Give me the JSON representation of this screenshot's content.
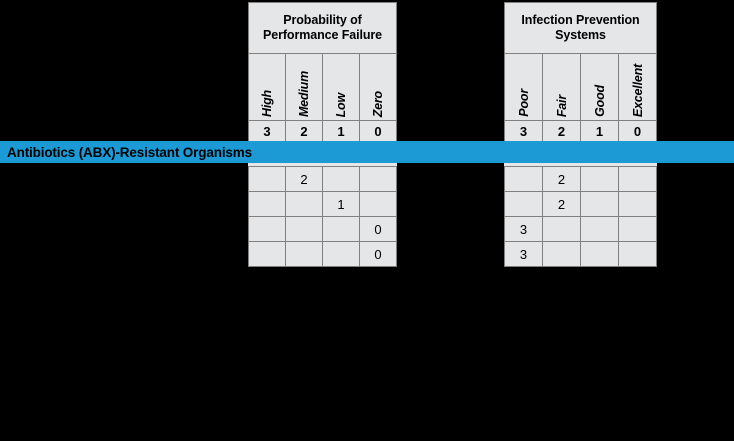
{
  "banner": {
    "category_label": "Antibiotics (ABX)-Resistant Organisms",
    "color": "#1b9ad6"
  },
  "colors": {
    "cell_fill": "#e4e6e7",
    "grid_line": "#808080",
    "background": "#000000",
    "text": "#000000"
  },
  "matrices": [
    {
      "id": "probability-of-performance-failure",
      "title": "Probability of\nPerformance Failure",
      "title_line1": "Probability of",
      "title_line2": "Performance Failure",
      "columns": [
        {
          "label": "High",
          "score": "3"
        },
        {
          "label": "Medium",
          "score": "2"
        },
        {
          "label": "Low",
          "score": "1"
        },
        {
          "label": "Zero",
          "score": "0"
        }
      ],
      "rows": [
        {
          "cells": [
            "",
            "2",
            "",
            ""
          ]
        },
        {
          "cells": [
            "",
            "",
            "1",
            ""
          ]
        },
        {
          "cells": [
            "",
            "",
            "",
            "0"
          ]
        },
        {
          "cells": [
            "",
            "",
            "",
            "0"
          ]
        }
      ]
    },
    {
      "id": "infection-prevention-systems",
      "title": "Infection Prevention\nSystems",
      "title_line1": "Infection Prevention",
      "title_line2": "Systems",
      "columns": [
        {
          "label": "Poor",
          "score": "3"
        },
        {
          "label": "Fair",
          "score": "2"
        },
        {
          "label": "Good",
          "score": "1"
        },
        {
          "label": "Excellent",
          "score": "0"
        }
      ],
      "rows": [
        {
          "cells": [
            "",
            "2",
            "",
            ""
          ]
        },
        {
          "cells": [
            "",
            "2",
            "",
            ""
          ]
        },
        {
          "cells": [
            "3",
            "",
            "",
            ""
          ]
        },
        {
          "cells": [
            "3",
            "",
            "",
            ""
          ]
        }
      ]
    }
  ]
}
